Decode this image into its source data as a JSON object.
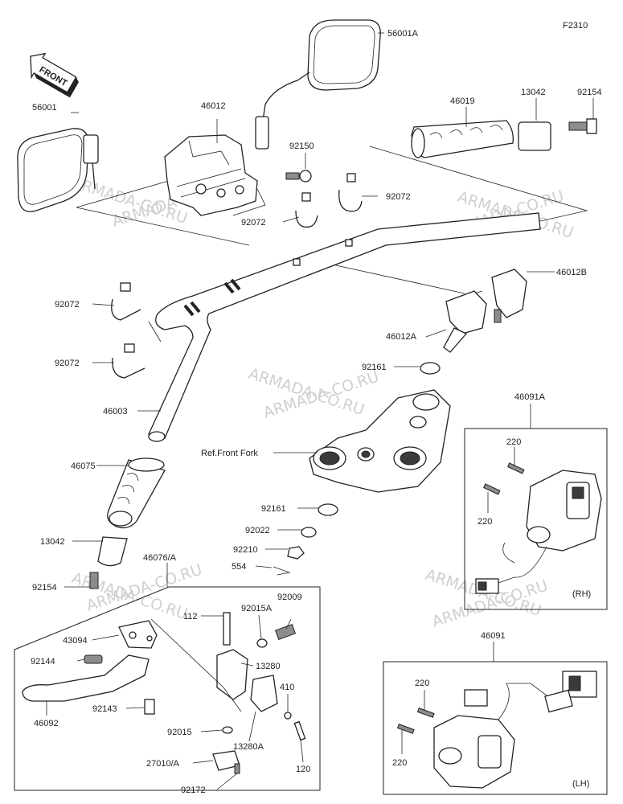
{
  "figure_code": "F2310",
  "front_marker": "FRONT",
  "watermark": "ARMADA-CO.RU",
  "parts": {
    "p56001A": "56001A",
    "p56001": "56001",
    "p46012": "46012",
    "p92150": "92150",
    "p46019": "46019",
    "p13042_top": "13042",
    "p92154_top": "92154",
    "p92072_a": "92072",
    "p92072_b": "92072",
    "p92072_c": "92072",
    "p92072_d": "92072",
    "p46012B": "46012B",
    "p46012A": "46012A",
    "p92161_a": "92161",
    "p46003": "46003",
    "p46075": "46075",
    "p13042_bot": "13042",
    "p92154_bot": "92154",
    "ref_front_fork": "Ref.Front Fork",
    "p92161_b": "92161",
    "p92022": "92022",
    "p92210": "92210",
    "p554": "554",
    "p46076A": "46076/A",
    "p112": "112",
    "p92015A": "92015A",
    "p92009": "92009",
    "p43094": "43094",
    "p92144": "92144",
    "p13280": "13280",
    "p410": "410",
    "p92143": "92143",
    "p92092": "46092",
    "p92015": "92015",
    "p13280A": "13280A",
    "p120": "120",
    "p27010A": "27010/A",
    "p92172": "92172",
    "p46091A": "46091A",
    "p220_rh1": "220",
    "p220_rh2": "220",
    "rh": "(RH)",
    "p46091": "46091",
    "p220_lh1": "220",
    "p220_lh2": "220",
    "lh": "(LH)"
  }
}
